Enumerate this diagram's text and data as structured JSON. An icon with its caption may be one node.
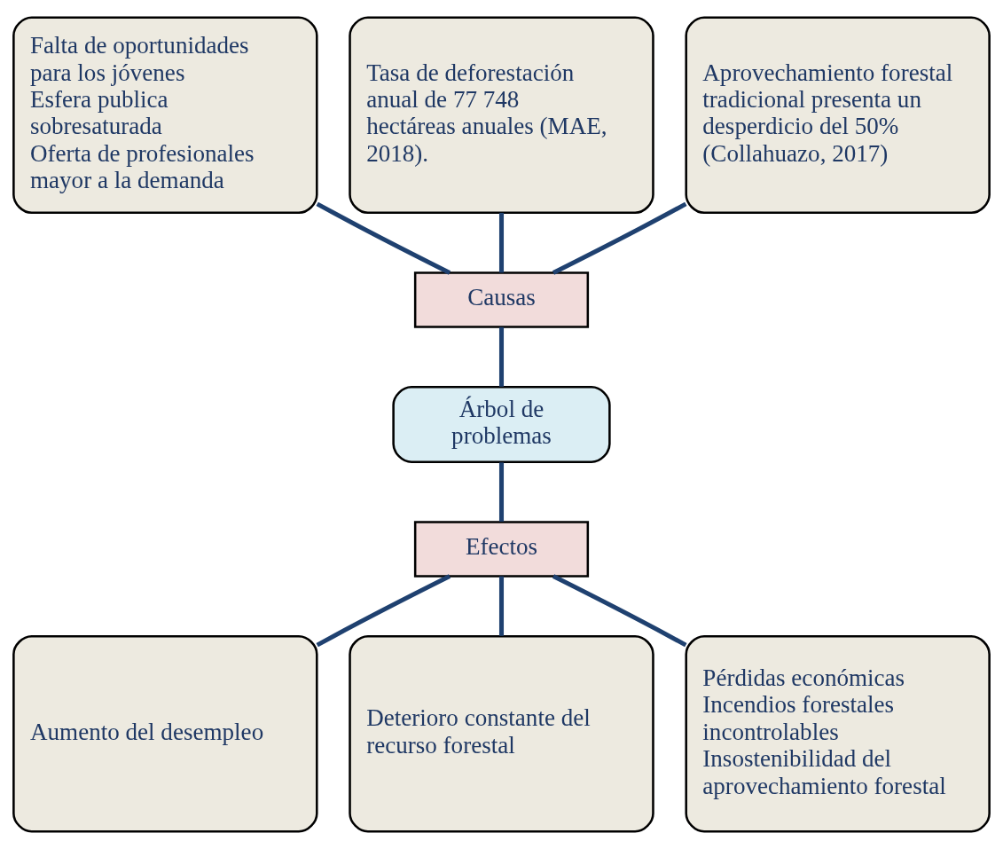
{
  "diagram": {
    "nodes": [
      {
        "text": [
          "Falta de oportunidades para los jóvenes",
          "Esfera publica sobresaturada",
          "Oferta de profesionales mayor a la demanda"
        ]
      },
      {
        "text": [
          "Tasa de deforestación anual de 77 748 hectáreas anuales (MAE, 2018)."
        ]
      },
      {
        "text": [
          "Aprovechamiento forestal tradicional presenta un desperdicio del 50% (Collahuazo, 2017)"
        ]
      },
      {
        "text": [
          "Causas"
        ]
      },
      {
        "text": [
          "Árbol de problemas"
        ]
      },
      {
        "text": [
          "Efectos"
        ]
      },
      {
        "text": [
          "Aumento del desempleo"
        ]
      },
      {
        "text": [
          "Deterioro constante del recurso forestal"
        ]
      },
      {
        "text": [
          "Pérdidas económicas",
          "Incendios forestales incontrolables",
          "Insostenibilidad del aprovechamiento forestal"
        ]
      }
    ],
    "edges": [
      {
        "from": 0,
        "to": 3,
        "arrow": "none"
      },
      {
        "from": 1,
        "to": 3,
        "arrow": "none"
      },
      {
        "from": 2,
        "to": 3,
        "arrow": "none"
      },
      {
        "from": 3,
        "to": 4,
        "arrow": "none"
      },
      {
        "from": 4,
        "to": 5,
        "arrow": "none"
      },
      {
        "from": 5,
        "to": 6,
        "arrow": "none"
      },
      {
        "from": 5,
        "to": 7,
        "arrow": "none"
      },
      {
        "from": 5,
        "to": 8,
        "arrow": "none"
      }
    ]
  }
}
